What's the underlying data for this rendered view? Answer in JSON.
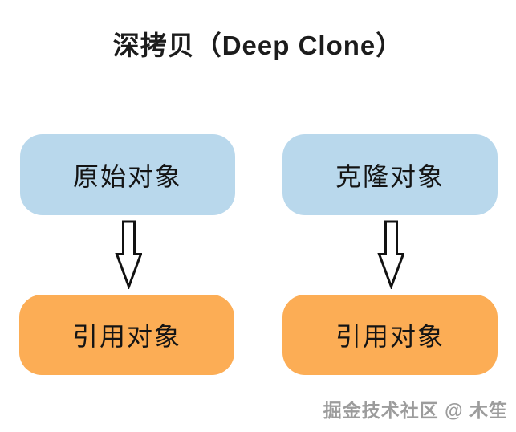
{
  "title": "深拷贝（Deep Clone）",
  "diagram": {
    "columns": [
      {
        "top": "原始对象",
        "bottom": "引用对象",
        "connector": "down-block-arrow"
      },
      {
        "top": "克隆对象",
        "bottom": "引用对象",
        "connector": "down-block-arrow"
      }
    ]
  },
  "watermark": "掘金技术社区 @ 木笙",
  "colors": {
    "top_box_fill": "#b9d8ec",
    "bottom_box_fill": "#fcad55",
    "arrow_fill": "#ffffff",
    "arrow_outline": "#111111",
    "title_text": "#1c1c1c",
    "node_text": "#141414",
    "watermark_text": "#9c9c9c",
    "background": "#ffffff"
  }
}
